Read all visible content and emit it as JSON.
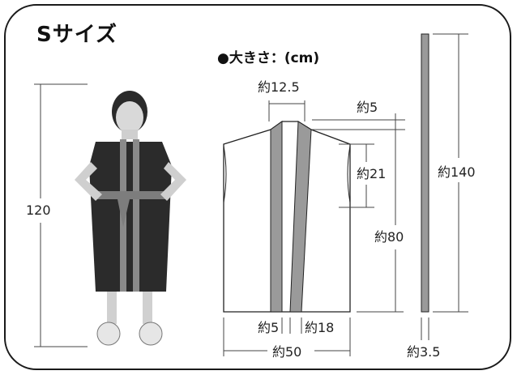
{
  "title": "Sサイズ",
  "size_heading": "●大きさ：(cm)",
  "child_height": "120",
  "dimensions": {
    "collar_width": "約12.5",
    "collar_drop": "約5",
    "armhole": "約21",
    "length": "約80",
    "front_band": "約5",
    "side_panel": "約18",
    "total_width": "約50",
    "belt_length": "約140",
    "belt_width": "約3.5"
  }
}
